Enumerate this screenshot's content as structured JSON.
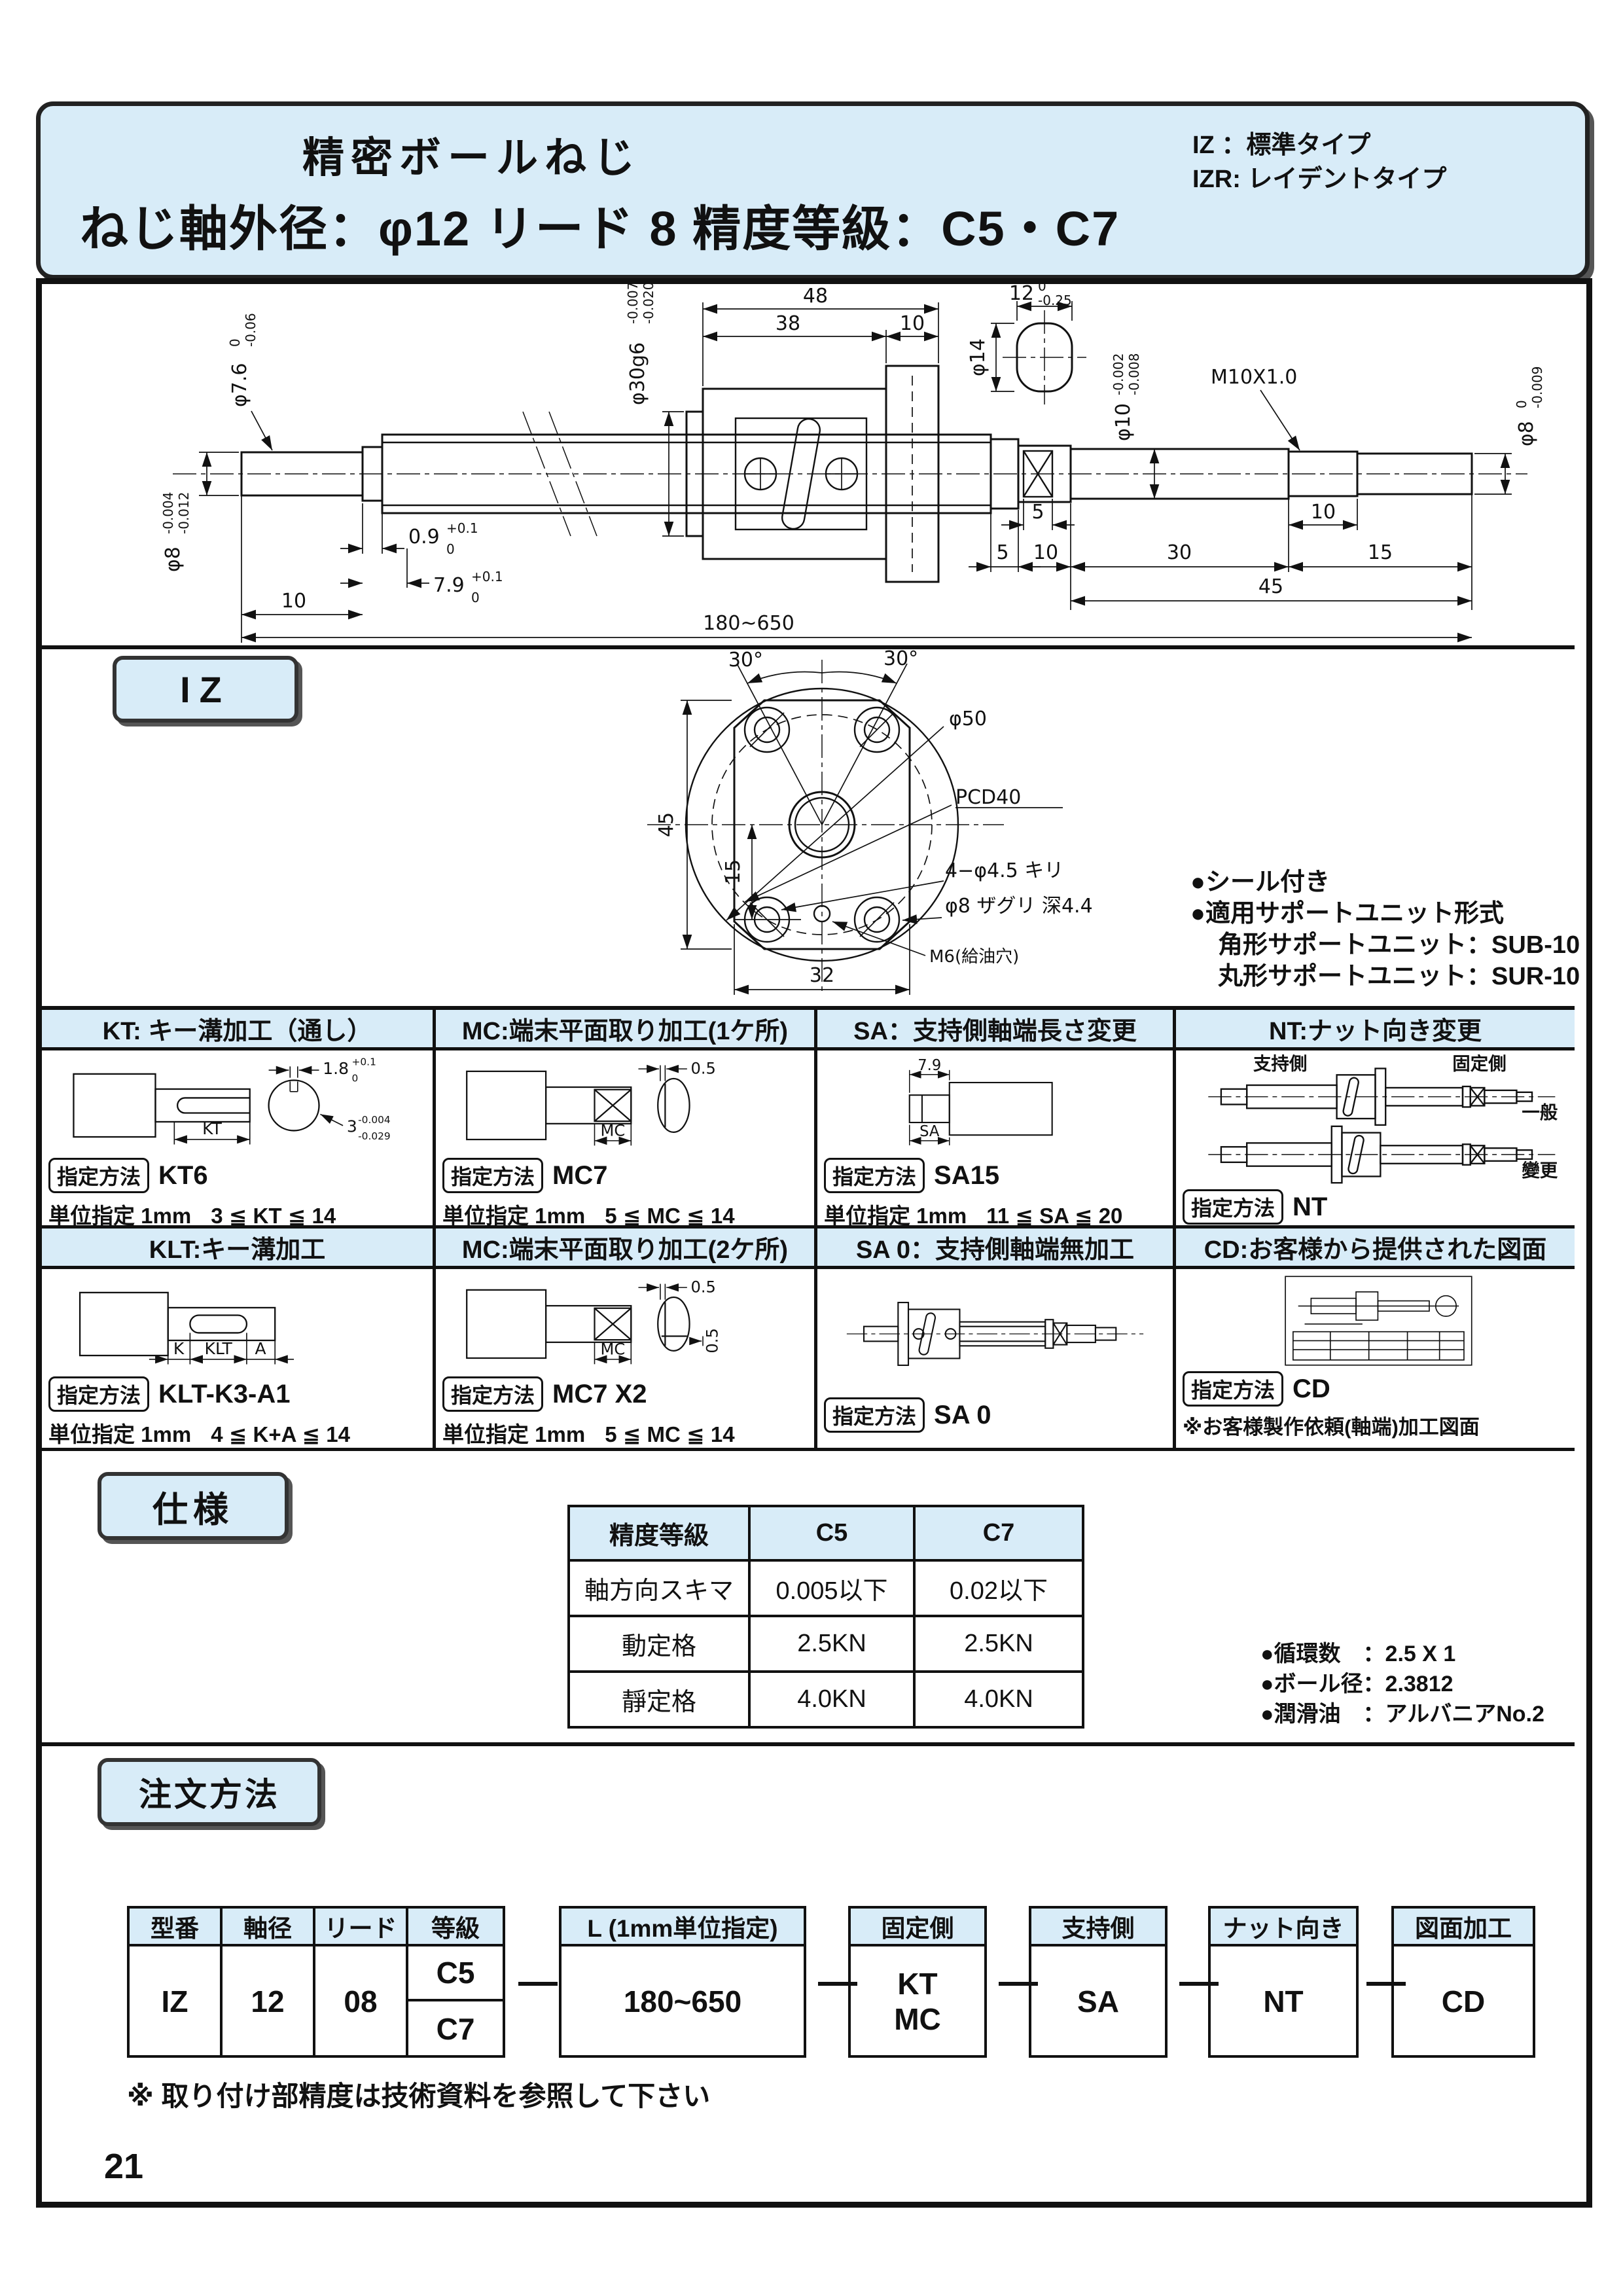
{
  "header": {
    "title": "精密ボールねじ",
    "subtitle": "ねじ軸外径：φ12 リード 8 精度等級：C5・C7",
    "type_note1": "IZ ：標準タイプ",
    "type_note2": "IZR: レイデントタイプ"
  },
  "labels": {
    "spec_method": "指定方法",
    "unit_spec": "単位指定 1mm"
  },
  "drawing": {
    "dims": {
      "d76": {
        "main": "φ7.6",
        "sup": "0",
        "sub": "-0.06"
      },
      "d30": {
        "main": "φ30g6",
        "sup": "-0.007",
        "sub": "-0.020"
      },
      "d8l": {
        "main": "φ8",
        "sup": "-0.004",
        "sub": "-0.012"
      },
      "d09": {
        "main": "0.9",
        "sup": "+0.1",
        "sub": "0"
      },
      "d79": {
        "main": "7.9",
        "sup": "+0.1",
        "sub": "0"
      },
      "d12": {
        "main": "12",
        "sup": "0",
        "sub": "-0.25"
      },
      "d10": {
        "main": "φ10",
        "sup": "-0.002",
        "sub": "-0.008"
      },
      "d8r": {
        "main": "φ8",
        "sup": "0",
        "sub": "-0.009"
      },
      "d14": "φ14",
      "m10": "M10X1.0",
      "len48": "48",
      "len38": "38",
      "len10f": "10",
      "len10l": "10",
      "range": "180~650",
      "key5": "5",
      "thr10": "10",
      "seg5": "5",
      "seg10": "10",
      "seg30": "30",
      "seg15": "15",
      "seg45": "45"
    }
  },
  "iz": {
    "badge": "IZ",
    "dims": {
      "deg_l": "30°",
      "deg_r": "30°",
      "d50": "φ50",
      "pcd": "PCD40",
      "h45": "45",
      "h15": "15",
      "w32": "32",
      "holes1": "4−φ4.5 キリ",
      "holes2": "φ8 ザグリ 深4.4",
      "m6": "M6(給油穴)"
    },
    "notes": [
      "●シール付き",
      "●適用サポートユニット形式",
      "角形サポートユニット：SUB-10",
      "丸形サポートユニット：SUR-10"
    ]
  },
  "options": {
    "kt": {
      "title": "KT: キー溝加工（通し）",
      "spec": "KT6",
      "range": "3 ≦ KT ≦ 14",
      "dims": {
        "t18m": "1.8",
        "t18s": "+0.1",
        "t18b": "0",
        "kt": "KT",
        "d3m": "3",
        "d3s": "-0.004",
        "d3b": "-0.029"
      }
    },
    "mc1": {
      "title": "MC:端末平面取り加工(1ケ所)",
      "spec": "MC7",
      "range": "5 ≦ MC ≦ 14",
      "dims": {
        "c05": "0.5",
        "mc": "MC"
      }
    },
    "sa": {
      "title": "SA：支持側軸端長さ変更",
      "spec": "SA15",
      "range": "11 ≦ SA ≦ 20",
      "dims": {
        "t79": "7.9",
        "sa": "SA"
      }
    },
    "nt": {
      "title": "NT:ナット向き変更",
      "spec": "NT",
      "dims": {
        "shiji": "支持側",
        "kotei": "固定側",
        "ippan": "一般",
        "henko": "變更"
      }
    },
    "klt": {
      "title": "KLT:キー溝加工",
      "spec": "KLT-K3-A1",
      "range": "4 ≦ K+A ≦ 14",
      "dims": {
        "k": "K",
        "klt": "KLT",
        "a": "A"
      }
    },
    "mc2": {
      "title": "MC:端末平面取り加工(2ケ所)",
      "spec": "MC7 X2",
      "range": "5 ≦ MC ≦ 14",
      "dims": {
        "c05a": "0.5",
        "c05b": "0.5",
        "mc": "MC"
      }
    },
    "sa0": {
      "title": "SA 0：支持側軸端無加工",
      "spec": "SA 0"
    },
    "cd": {
      "title": "CD:お客様から提供された図面",
      "spec": "CD",
      "note": "※お客様製作依頼(軸端)加工図面"
    }
  },
  "spec": {
    "badge": "仕様",
    "table": {
      "header": [
        "精度等級",
        "C5",
        "C7"
      ],
      "rows": [
        [
          "軸方向スキマ",
          "0.005以下",
          "0.02以下"
        ],
        [
          "動定格",
          "2.5KN",
          "2.5KN"
        ],
        [
          "靜定格",
          "4.0KN",
          "4.0KN"
        ]
      ]
    },
    "bullets": [
      "●循環数　：2.5 X 1",
      "●ボール径：2.3812",
      "●潤滑油　：アルバニアNo.2"
    ]
  },
  "order": {
    "badge": "注文方法",
    "sep": "—",
    "model": {
      "headers": [
        "型番",
        "軸径",
        "リード",
        "等級"
      ],
      "values": [
        "IZ",
        "12",
        "08"
      ],
      "grades": [
        "C5",
        "C7"
      ]
    },
    "length": {
      "header": "L (1mm単位指定)",
      "value": "180~650"
    },
    "fixed": {
      "header": "固定側",
      "values": [
        "KT",
        "MC"
      ]
    },
    "support": {
      "header": "支持側",
      "value": "SA"
    },
    "nut": {
      "header": "ナット向き",
      "value": "NT"
    },
    "cad": {
      "header": "図面加工",
      "value": "CD"
    },
    "note": "※ 取り付け部精度は技術資料を参照して下さい"
  },
  "page": {
    "number": "21"
  }
}
